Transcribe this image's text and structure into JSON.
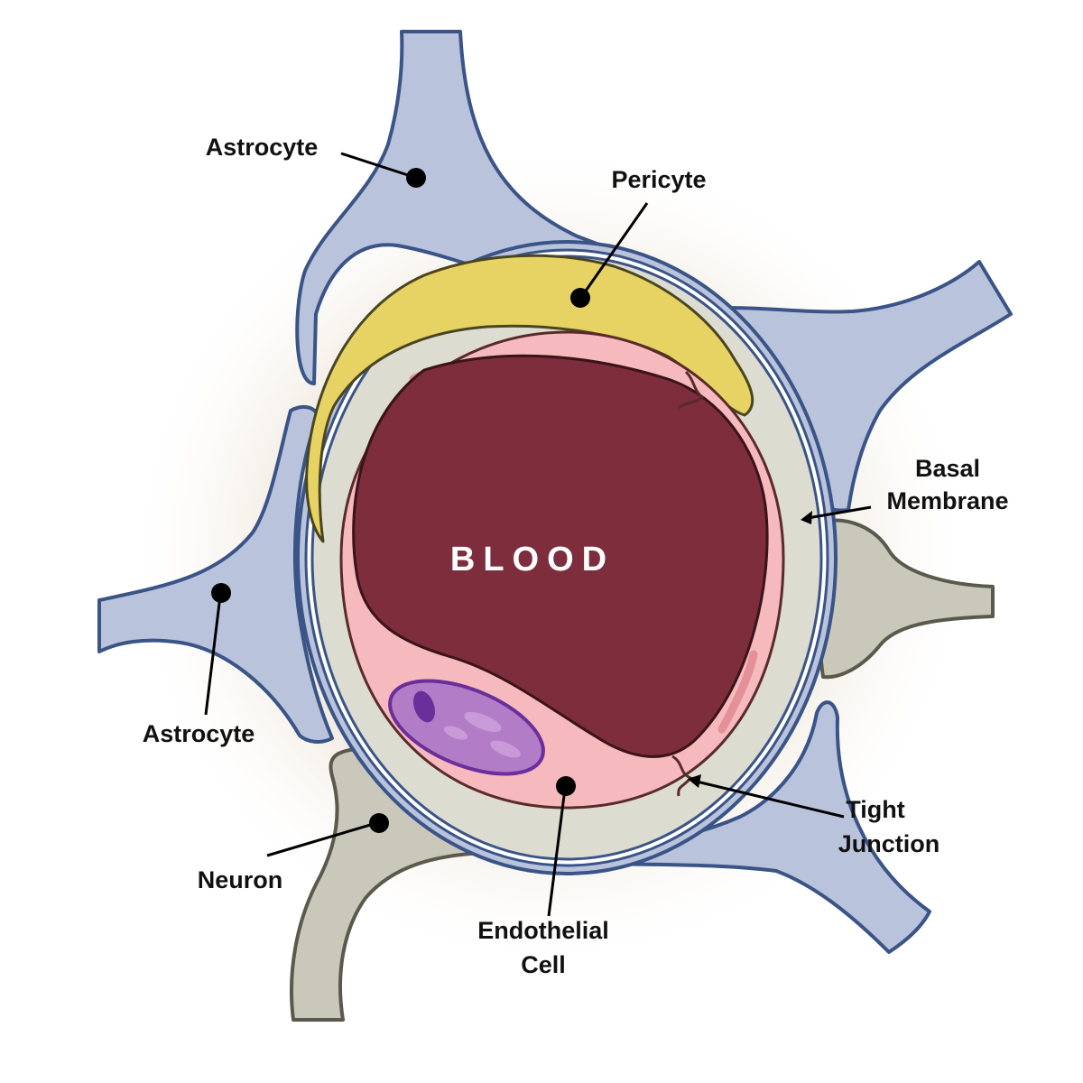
{
  "labels": {
    "astrocyte_top": "Astrocyte",
    "pericyte": "Pericyte",
    "basal_membrane_line1": "Basal",
    "basal_membrane_line2": "Membrane",
    "astrocyte_left": "Astrocyte",
    "neuron": "Neuron",
    "endothelial_line1": "Endothelial",
    "endothelial_line2": "Cell",
    "tight_junction_line1": "Tight",
    "tight_junction_line2": "Junction",
    "blood": "BLOOD"
  },
  "colors": {
    "astrocyte": "#b9c3dc",
    "astrocyte_outline": "#3a5487",
    "neuron": "#c9c8bb",
    "neuron_outline": "#5a5a4c",
    "pericyte": "#e6d363",
    "basal_membrane": "#dcdcd0",
    "endothelial": "#f6b9bd",
    "blood": "#7e2d3d",
    "nucleus": "#b27cc6",
    "nucleus_outline": "#6a2f9a"
  }
}
